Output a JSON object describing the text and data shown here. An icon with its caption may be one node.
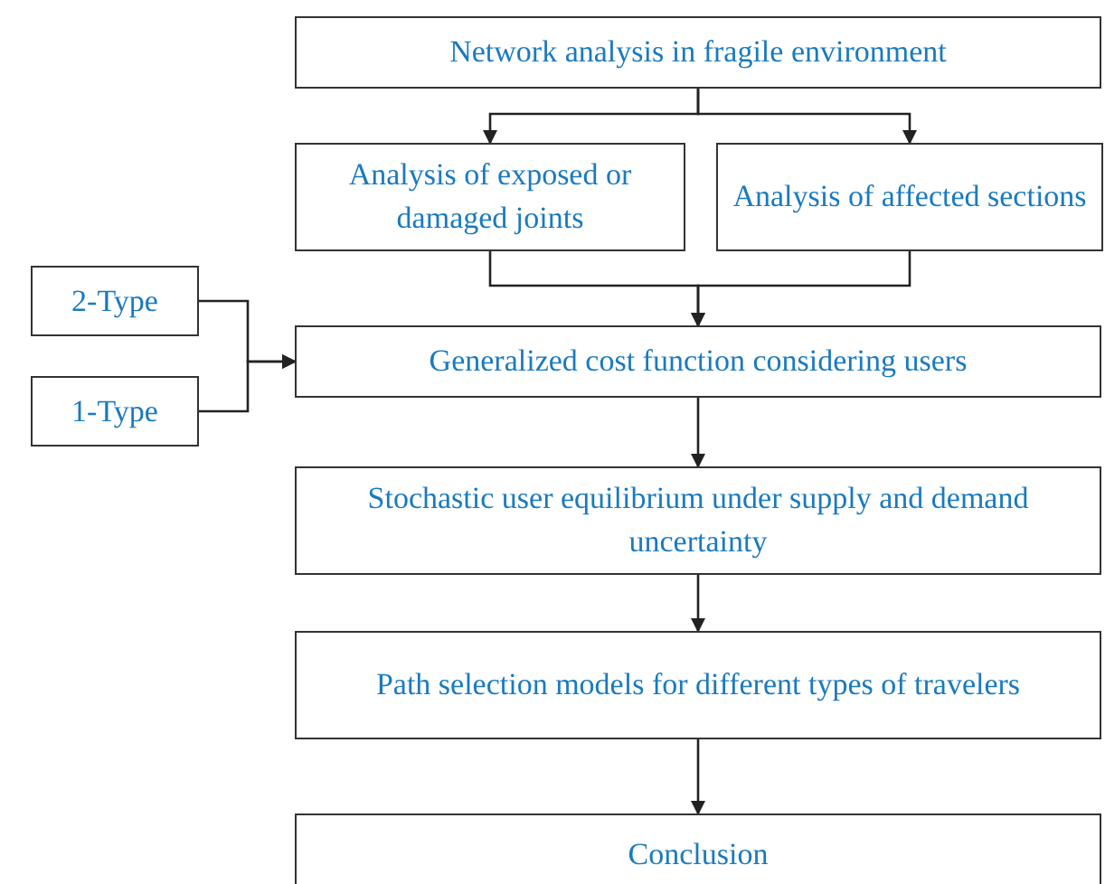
{
  "diagram": {
    "nodes": [
      {
        "text": [
          "Network analysis in fragile environment"
        ]
      },
      {
        "text": [
          "Analysis of exposed or damaged joints"
        ]
      },
      {
        "text": [
          "Analysis of affected sections"
        ]
      },
      {
        "text": [
          "2-Type"
        ]
      },
      {
        "text": [
          "1-Type"
        ]
      },
      {
        "text": [
          "Generalized cost function considering users"
        ]
      },
      {
        "text": [
          "Stochastic user equilibrium under supply and demand uncertainty"
        ]
      },
      {
        "text": [
          "Path selection models for different types of travelers"
        ]
      },
      {
        "text": [
          "Conclusion"
        ]
      }
    ],
    "edges": [
      {
        "from": 0,
        "to": 1,
        "arrow": "to"
      },
      {
        "from": 0,
        "to": 2,
        "arrow": "to"
      },
      {
        "from": 1,
        "to": 5,
        "arrow": "to"
      },
      {
        "from": 2,
        "to": 5,
        "arrow": "to"
      },
      {
        "from": 3,
        "to": 5,
        "arrow": "to"
      },
      {
        "from": 4,
        "to": 5,
        "arrow": "to"
      },
      {
        "from": 5,
        "to": 6,
        "arrow": "to"
      },
      {
        "from": 6,
        "to": 7,
        "arrow": "to"
      },
      {
        "from": 7,
        "to": 8,
        "arrow": "to"
      }
    ]
  }
}
